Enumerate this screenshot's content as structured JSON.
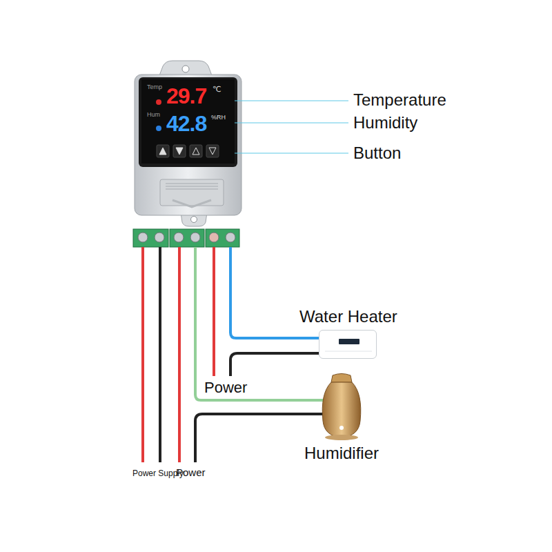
{
  "diagram": {
    "nodes": [
      {
        "text": [
          "Temp",
          "29.7",
          "℃",
          "Hum",
          "42.8",
          "%RH"
        ]
      },
      {
        "text": [
          "Water Heater"
        ]
      },
      {
        "text": [
          "Humidifier"
        ]
      }
    ],
    "labels": [
      "Temperature",
      "Humidity",
      "Button",
      "Power",
      "Power Supply",
      "Power"
    ]
  }
}
